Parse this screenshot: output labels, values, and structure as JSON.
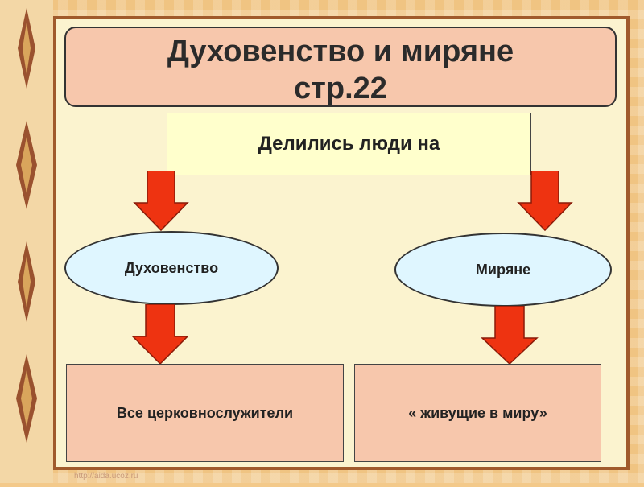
{
  "title": {
    "line1": "Духовенство и миряне",
    "line2": "стр.22"
  },
  "root": {
    "label": "Делились люди на"
  },
  "branches": [
    {
      "label": "Духовенство",
      "description": "Все церковнослужители"
    },
    {
      "label": "Миряне",
      "description": "« живущие в миру»"
    }
  ],
  "watermark": "http://aida.ucoz.ru",
  "colors": {
    "title_fill": "#f7c7ac",
    "root_fill": "#ffffcc",
    "ellipse_fill": "#dff6ff",
    "leaf_fill": "#f7c7ac",
    "arrow_fill": "#ee3311",
    "frame_border": "#a05a2c"
  }
}
